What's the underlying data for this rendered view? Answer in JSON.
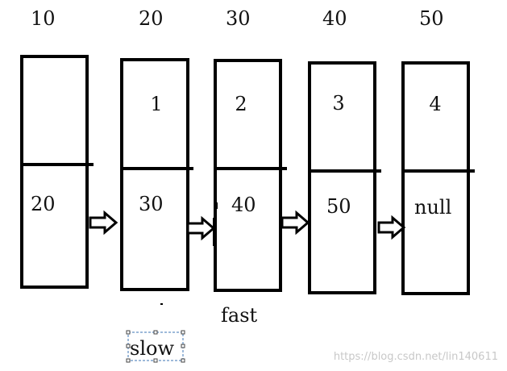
{
  "nodes": [
    {
      "address": "10",
      "value": "",
      "next": "20"
    },
    {
      "address": "20",
      "value": "1",
      "next": "30"
    },
    {
      "address": "30",
      "value": "2",
      "next": "40"
    },
    {
      "address": "40",
      "value": "3",
      "next": "50"
    },
    {
      "address": "50",
      "value": "4",
      "next": "null"
    }
  ],
  "pointers": {
    "fast": "fast",
    "slow": "slow"
  },
  "watermark": "https://blog.csdn.net/lin140611"
}
